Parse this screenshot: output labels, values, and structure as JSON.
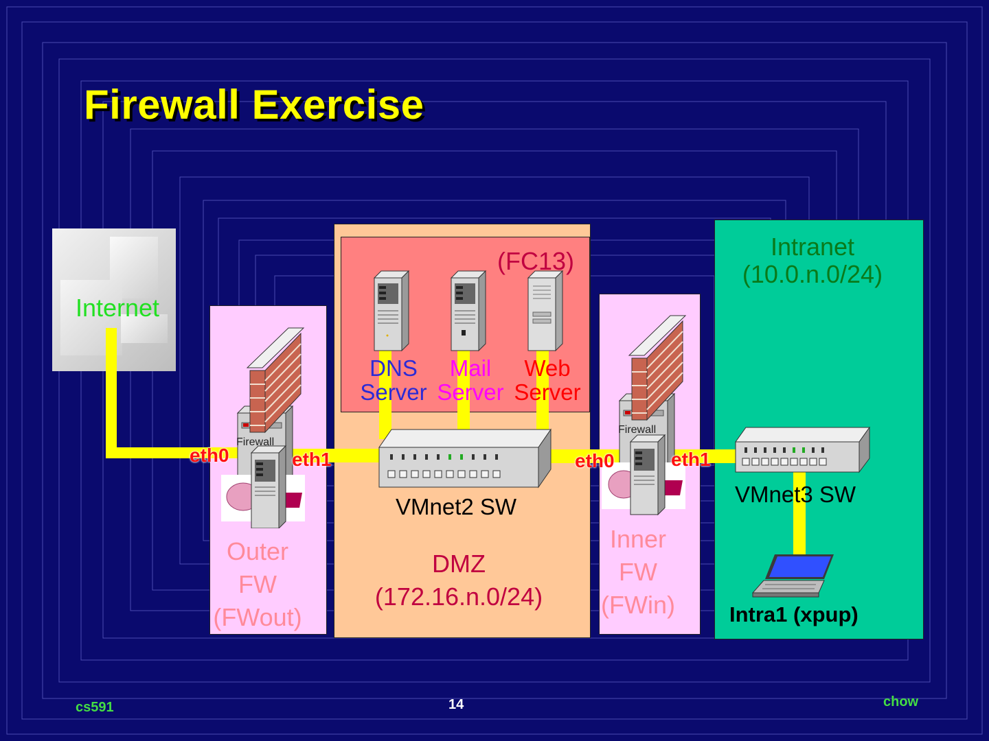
{
  "slide": {
    "title": "Firewall Exercise",
    "footer_left": "cs591",
    "page_number": "14",
    "footer_right": "chow"
  },
  "diagram": {
    "internet": {
      "label": "Internet"
    },
    "outer_fw": {
      "line1": "Outer",
      "line2": "FW",
      "line3": "(FWout)",
      "eth_left": "eth0",
      "eth_right": "eth1",
      "device_label": "Firewall"
    },
    "dmz": {
      "line1": "DMZ",
      "line2": "(172.16.n.0/24)",
      "servers_zone": "(FC13)",
      "switch_label": "VMnet2 SW",
      "servers": [
        {
          "line1": "DNS",
          "line2": "Server",
          "color": "#2b2bd6"
        },
        {
          "line1": "Mail",
          "line2": "Server",
          "color": "#ff00ff"
        },
        {
          "line1": "Web",
          "line2": "Server",
          "color": "#ff0000"
        }
      ]
    },
    "inner_fw": {
      "line1": "Inner",
      "line2": "FW",
      "line3": "(FWin)",
      "eth_left": "eth0",
      "eth_right": "eth1",
      "device_label": "Firewall"
    },
    "intranet": {
      "line1": "Intranet",
      "line2": "(10.0.n.0/24)",
      "switch_label": "VMnet3 SW",
      "host_label": "Intra1 (xpup)"
    }
  },
  "colors": {
    "background": "#0a0a6e",
    "title": "#ffff00",
    "link": "#ffff00",
    "dmz_fill": "#ffc898",
    "server_zone_fill": "#ff8080",
    "fw_fill": "#ffccff",
    "intranet_fill": "#00cc99",
    "fw_text": "#ff8a9a",
    "dmz_text": "#c00040",
    "intranet_text": "#0a7a1a",
    "internet_text": "#22e022"
  }
}
